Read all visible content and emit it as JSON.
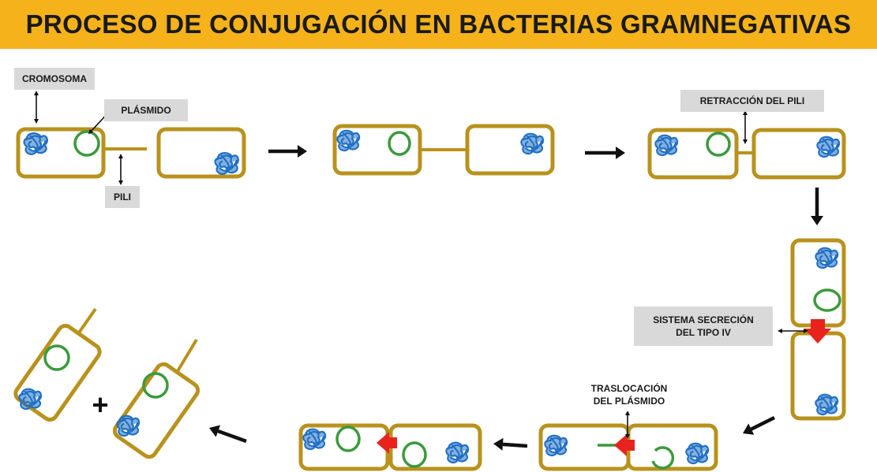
{
  "title": "PROCESO DE CONJUGACIÓN EN BACTERIAS GRAMNEGATIVAS",
  "labels": {
    "cromosoma": "CROMOSOMA",
    "plasmido": "PLÁSMIDO",
    "pili": "PILI",
    "retraccion": "RETRACCIÓN DEL PILI",
    "secrecion_line1": "SISTEMA SECRECIÓN",
    "secrecion_line2": "DEL TIPO IV",
    "traslocacion_line1": "TRASLOCACIÓN",
    "traslocacion_line2": "DEL PLÁSMIDO"
  },
  "plus_sign": "+",
  "colors": {
    "title_background": "#f5b21b",
    "cell_border": "#b8921d",
    "chromosome": "#1f6fc4",
    "plasmid": "#3b9a3b",
    "secretion_arrow": "#e8231d",
    "label_background": "#d9d9d9",
    "flow_arrow": "#111111"
  }
}
